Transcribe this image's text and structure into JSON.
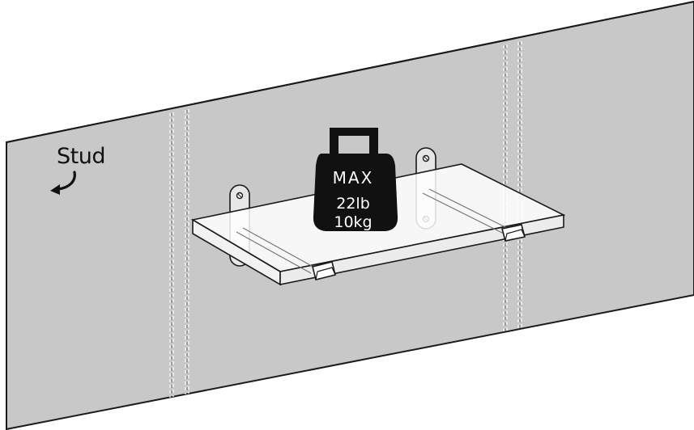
{
  "labels": {
    "stud": "Stud",
    "weight_max": "MAX",
    "weight_lb": "22lb",
    "weight_kg": "10kg"
  },
  "colors": {
    "wall": "#c8c8c8",
    "outline": "#1a1a1a",
    "shelf_top": "#ffffff",
    "weight": "#111111"
  },
  "icons": [
    "curved-arrow-icon",
    "weight-icon",
    "screw-icon"
  ]
}
